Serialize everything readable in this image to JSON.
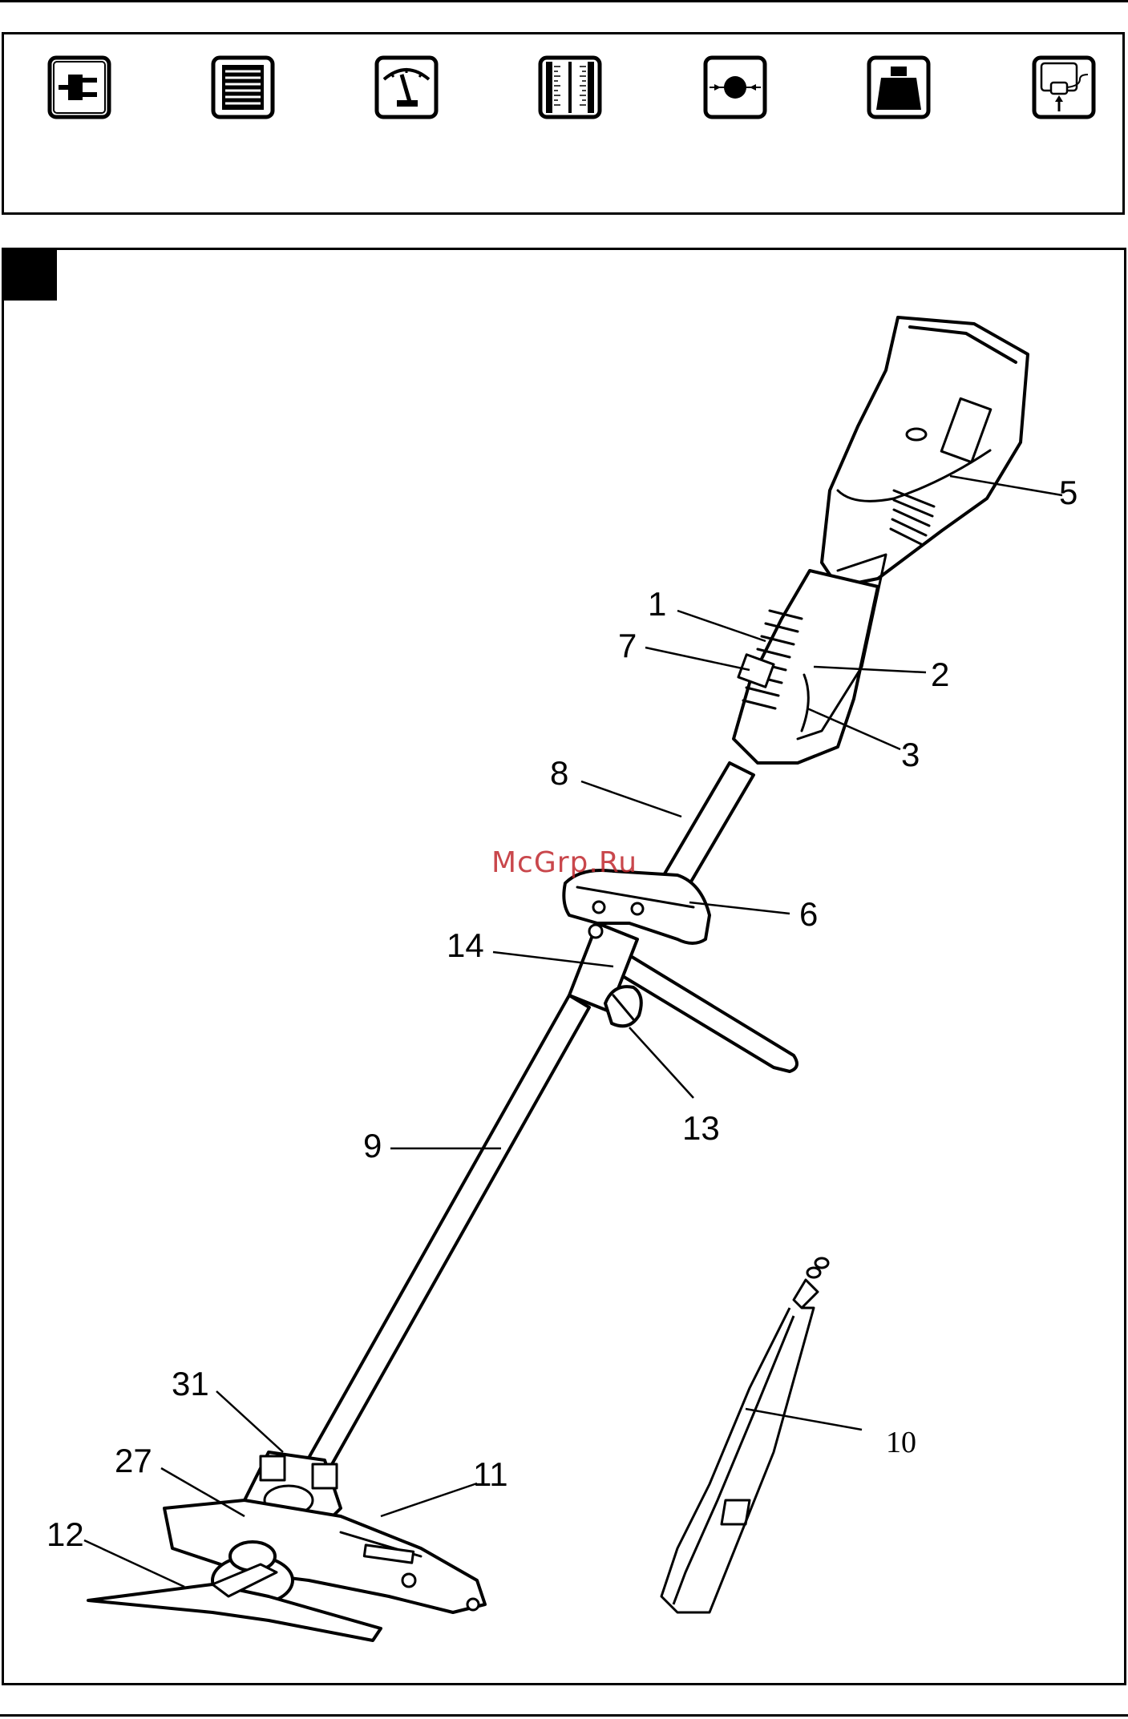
{
  "spec_icons": [
    {
      "name": "power-plug-icon"
    },
    {
      "name": "motor-speed-icon"
    },
    {
      "name": "speedometer-icon"
    },
    {
      "name": "cutting-width-icon"
    },
    {
      "name": "line-diameter-icon"
    },
    {
      "name": "weight-icon"
    },
    {
      "name": "noise-level-icon"
    }
  ],
  "figure": {
    "watermark": "McGrp.Ru",
    "labels": {
      "l1": "1",
      "l2": "2",
      "l3": "3",
      "l5": "5",
      "l6": "6",
      "l7": "7",
      "l8": "8",
      "l9": "9",
      "l10": "10",
      "l11": "11",
      "l12": "12",
      "l13": "13",
      "l14": "14",
      "l27": "27",
      "l31": "31"
    }
  },
  "colors": {
    "watermark": "#c0282d",
    "line": "#000000"
  }
}
